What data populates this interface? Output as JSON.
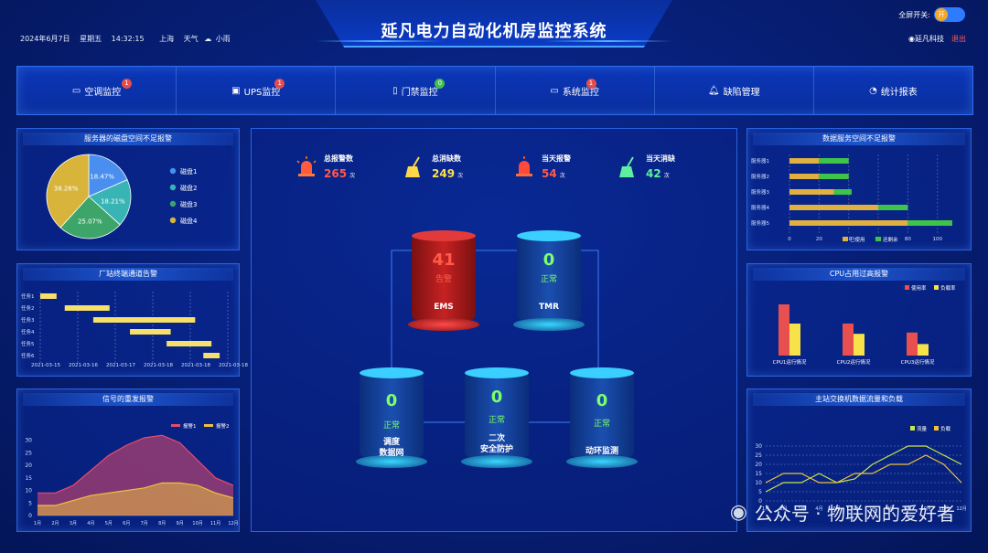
{
  "header": {
    "title": "延凡电力自动化机房监控系统",
    "date": "2024年6月7日",
    "weekday": "星期五",
    "time": "14:32:15",
    "city": "上海",
    "weather_label": "天气",
    "weather": "小雨",
    "fullscreen_label": "全屏开关:",
    "toggle_text": "开",
    "company": "延凡科技",
    "logout": "退出"
  },
  "nav": [
    {
      "label": "空调监控",
      "icon": "air-conditioner-icon",
      "badge": "1",
      "badge_color": "#e84b4b"
    },
    {
      "label": "UPS监控",
      "icon": "ups-icon",
      "badge": "1",
      "badge_color": "#e84b4b"
    },
    {
      "label": "门禁监控",
      "icon": "door-icon",
      "badge": "0",
      "badge_color": "#3fbf4a"
    },
    {
      "label": "系统监控",
      "icon": "monitor-icon",
      "badge": "1",
      "badge_color": "#e84b4b"
    },
    {
      "label": "缺陷管理",
      "icon": "bell-icon",
      "badge": "",
      "badge_color": ""
    },
    {
      "label": "统计报表",
      "icon": "pie-icon",
      "badge": "",
      "badge_color": ""
    }
  ],
  "panels": {
    "disk": {
      "title": "服务器的磁盘空间不足报警"
    },
    "gantt": {
      "title": "厂站终端通道告警"
    },
    "signal": {
      "title": "信号的重发报警"
    },
    "dataspace": {
      "title": "数据服务空间不足报警"
    },
    "cpu": {
      "title": "CPU占用过高报警"
    },
    "switch": {
      "title": "主站交换机数据流量和负载"
    }
  },
  "stats": [
    {
      "label": "总报警数",
      "value": "265",
      "unit": "次",
      "color": "#ff5a4a",
      "icon": "alarm-light-icon"
    },
    {
      "label": "总消缺数",
      "value": "249",
      "unit": "次",
      "color": "#ffe14a",
      "icon": "broom-icon"
    },
    {
      "label": "当天报警",
      "value": "54",
      "unit": "次",
      "color": "#ff5a4a",
      "icon": "alarm-light-icon"
    },
    {
      "label": "当天消缺",
      "value": "42",
      "unit": "次",
      "color": "#5ef0a0",
      "icon": "broom-icon"
    }
  ],
  "nodes": [
    {
      "value": "41",
      "state": "告警",
      "name": "EMS",
      "kind": "alarm"
    },
    {
      "value": "0",
      "state": "正常",
      "name": "TMR",
      "kind": "normal"
    },
    {
      "value": "0",
      "state": "正常",
      "name": "调度\n数据网",
      "kind": "normal"
    },
    {
      "value": "0",
      "state": "正常",
      "name": "二次\n安全防护",
      "kind": "normal"
    },
    {
      "value": "0",
      "state": "正常",
      "name": "动环监测",
      "kind": "normal"
    }
  ],
  "watermark": "公众号 · 物联网的爱好者",
  "chart_data": [
    {
      "type": "pie",
      "title": "服务器的磁盘空间不足报警",
      "labels": [
        "磁盘1",
        "磁盘2",
        "磁盘3",
        "磁盘4"
      ],
      "values": [
        18.47,
        18.21,
        25.07,
        38.26
      ],
      "colors": [
        "#4a8ff0",
        "#39b4b4",
        "#3ea56a",
        "#d8b43a"
      ],
      "legend": "right"
    },
    {
      "type": "bar",
      "title": "厂站终端通道告警",
      "categories": [
        "任务1",
        "任务2",
        "任务3",
        "任务4",
        "任务5",
        "任务6"
      ],
      "start": [
        0,
        0.6,
        1.3,
        2.2,
        3.1,
        4.0
      ],
      "end": [
        0.4,
        1.7,
        3.8,
        3.2,
        4.2,
        4.4
      ],
      "x_tick_labels": [
        "2021-03-15",
        "2021-03-16",
        "2021-03-17",
        "2021-03-18",
        "2021-03-18",
        "2021-03-18"
      ],
      "color": "#f7e06a"
    },
    {
      "type": "area",
      "title": "信号的重发报警",
      "x": [
        "1月",
        "2月",
        "3月",
        "4月",
        "5月",
        "6月",
        "7月",
        "8月",
        "9月",
        "10月",
        "11月",
        "12月"
      ],
      "series": [
        {
          "name": "报警1",
          "values": [
            9,
            9,
            12,
            18,
            24,
            28,
            31,
            32,
            29,
            22,
            15,
            12
          ],
          "color": "#e84b6a"
        },
        {
          "name": "报警2",
          "values": [
            4,
            4,
            6,
            8,
            9,
            10,
            11,
            13,
            13,
            12,
            9,
            7
          ],
          "color": "#f0c040"
        }
      ],
      "yticks": [
        0,
        5,
        10,
        15,
        20,
        25,
        30
      ],
      "ylim": [
        0,
        35
      ]
    },
    {
      "type": "bar",
      "title": "数据服务空间不足报警",
      "categories": [
        "服务器1",
        "服务器2",
        "服务器3",
        "服务器4",
        "服务器5"
      ],
      "series": [
        {
          "name": "已使用",
          "values": [
            20,
            20,
            30,
            60,
            80
          ],
          "color": "#e0b040"
        },
        {
          "name": "还剩余",
          "values": [
            20,
            20,
            12,
            20,
            30
          ],
          "color": "#3fc44a"
        }
      ],
      "xticks": [
        0,
        20,
        40,
        60,
        80,
        100
      ],
      "xlim": [
        0,
        115
      ]
    },
    {
      "type": "bar",
      "title": "CPU占用过高报警",
      "categories": [
        "CPU1运行情况",
        "CPU2运行情况",
        "CPU3运行情况"
      ],
      "series": [
        {
          "name": "使用率",
          "values": [
            40,
            25,
            18
          ],
          "color": "#e85050"
        },
        {
          "name": "负载率",
          "values": [
            25,
            17,
            9
          ],
          "color": "#f7e24a"
        }
      ],
      "ylim": [
        0,
        50
      ]
    },
    {
      "type": "line",
      "title": "主站交换机数据流量和负载",
      "x": [
        "1月",
        "2月",
        "3月",
        "4月",
        "5月",
        "6月",
        "7月",
        "8月",
        "9月",
        "10月",
        "11月",
        "12月"
      ],
      "series": [
        {
          "name": "流量",
          "values": [
            5,
            10,
            10,
            15,
            10,
            12,
            20,
            25,
            30,
            30,
            25,
            20
          ],
          "color": "#c6e84a"
        },
        {
          "name": "负载",
          "values": [
            10,
            15,
            15,
            10,
            10,
            15,
            15,
            20,
            20,
            25,
            20,
            10
          ],
          "color": "#f0c23a"
        }
      ],
      "yticks": [
        0,
        5,
        10,
        15,
        20,
        25,
        30
      ],
      "ylim": [
        0,
        35
      ]
    }
  ]
}
